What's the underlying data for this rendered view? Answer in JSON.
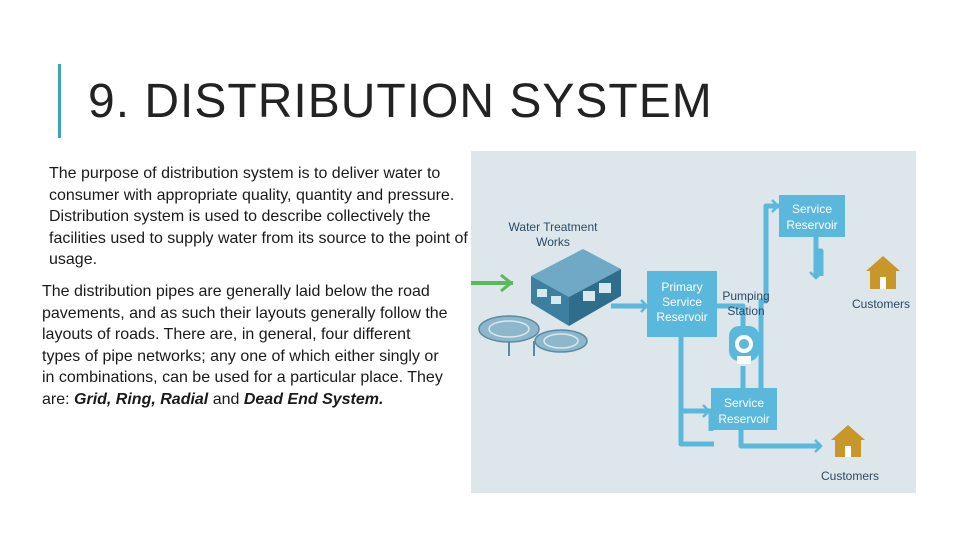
{
  "slide": {
    "title": "9. DISTRIBUTION SYSTEM",
    "paragraph1": "The purpose of distribution system is to deliver water to consumer with appropriate quality, quantity and pressure. Distribution system is used to describe collectively the facilities used to supply water from its source to the point of usage.",
    "paragraph2_intro": "The distribution pipes are generally laid below the road pavements, and as such their layouts generally follow the layouts of roads. There are, in general, four different types of pipe networks; any one of which either singly or in combinations, can be used for a particular place. They are: ",
    "paragraph2_types": "Grid, Ring, Radial",
    "paragraph2_and": " and ",
    "paragraph2_last": "Dead End System."
  },
  "diagram": {
    "labels": {
      "wtw_line1": "Water Treatment",
      "wtw_line2": "Works",
      "primary_line1": "Primary",
      "primary_line2": "Service",
      "primary_line3": "Reservoir",
      "pumping_line1": "Pumping",
      "pumping_line2": "Station",
      "sr_top_line1": "Service",
      "sr_top_line2": "Reservoir",
      "sr_bottom_line1": "Service",
      "sr_bottom_line2": "Reservoir",
      "customers_top": "Customers",
      "customers_bottom": "Customers"
    },
    "colors": {
      "background": "#dde6ea",
      "pipe": "#5bb8dd",
      "box": "#5bb8dd",
      "inflow": "#5cb85c",
      "house": "#c8972a",
      "building": "#3d7f9f",
      "label": "#2b4a66"
    },
    "icons": [
      "treatment-building-icon",
      "settling-tank-icon",
      "pump-icon",
      "house-icon"
    ]
  }
}
